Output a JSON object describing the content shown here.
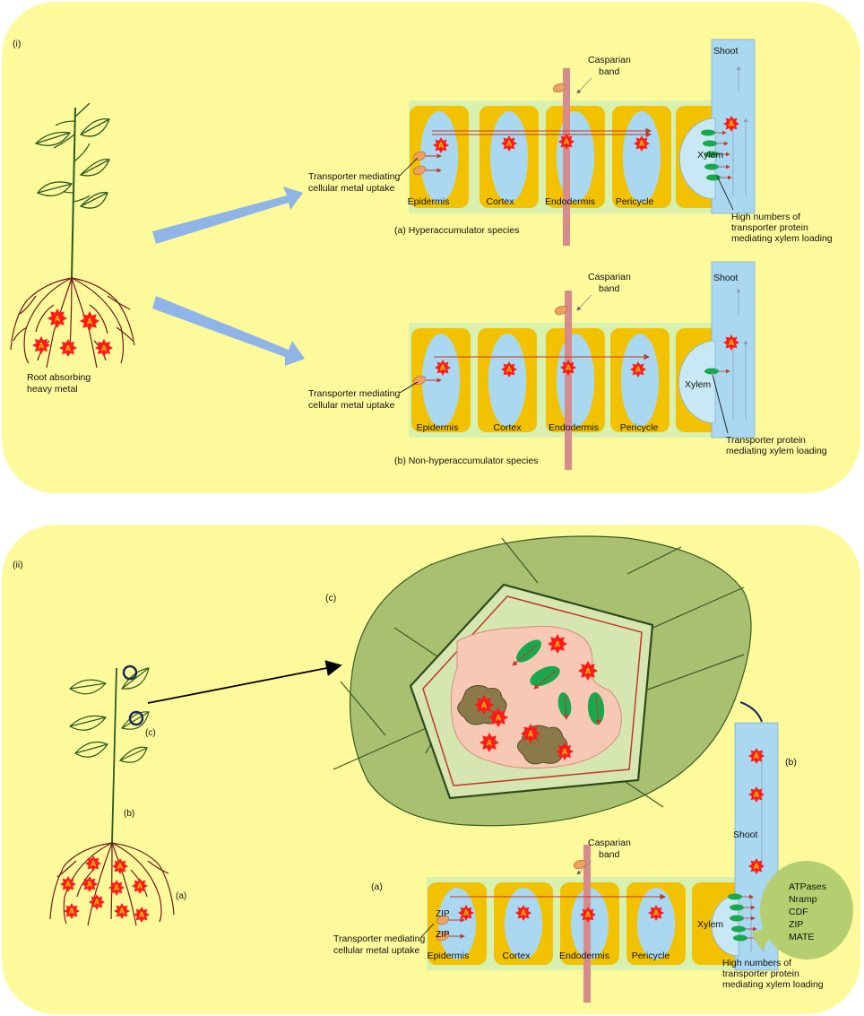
{
  "colors": {
    "panel_bg": "#fdfa9c",
    "cell_outer": "#f2c200",
    "cell_bg": "#d8f0b0",
    "vacuole": "#a9d8f0",
    "casparian": "#d68c8c",
    "star_fill": "#ff1a1a",
    "star_text": "#f5d000",
    "transporter_orange": "#f0a060",
    "transporter_green": "#1aa84f",
    "arrow_blue": "#8fb4e8",
    "leaf_bg": "#a8c070",
    "plant_dark": "#2d5a1e",
    "root_dark": "#6e1a1a",
    "bubble": "#b5cf70"
  },
  "panel_i": {
    "label": "(i)",
    "root_label": [
      "Root absorbing",
      "heavy metal"
    ],
    "diagram_a": {
      "casparian": [
        "Casparian",
        "band"
      ],
      "shoot": "Shoot",
      "xylem": "Xylem",
      "cells": [
        "Epidermis",
        "Cortex",
        "Endodermis",
        "Pericycle"
      ],
      "uptake": [
        "Transporter mediating",
        "cellular metal uptake"
      ],
      "loading": [
        "High numbers of",
        "transporter protein",
        "mediating xylem loading"
      ],
      "caption": "(a) Hyperaccumulator species"
    },
    "diagram_b": {
      "casparian": [
        "Casparian",
        "band"
      ],
      "shoot": "Shoot",
      "xylem": "Xylem",
      "cells": [
        "Epidermis",
        "Cortex",
        "Endodermis",
        "Pericycle"
      ],
      "uptake": [
        "Transporter mediating",
        "cellular metal uptake"
      ],
      "loading": [
        "Transporter protein",
        "mediating xylem loading"
      ],
      "caption": "(b) Non-hyperaccumulator species"
    }
  },
  "panel_ii": {
    "label": "(ii)",
    "plant_labels": {
      "c": "(c)",
      "b": "(b)",
      "a": "(a)"
    },
    "leaf_label": "(c)",
    "shoot_label": "(b)",
    "diagram_label": "(a)",
    "diagram": {
      "casparian": [
        "Casparian",
        "band"
      ],
      "shoot": "Shoot",
      "xylem": "Xylem",
      "zip": "ZIP",
      "cells": [
        "Epidermis",
        "Cortex",
        "Endodermis",
        "Pericycle"
      ],
      "uptake": [
        "Transporter mediating",
        "cellular metal uptake"
      ],
      "loading": [
        "High numbers of",
        "transporter protein",
        "mediating xylem loading"
      ],
      "transporters": [
        "ATPases",
        "Nramp",
        "CDF",
        "ZIP",
        "MATE"
      ]
    }
  },
  "metal_symbol": "A"
}
